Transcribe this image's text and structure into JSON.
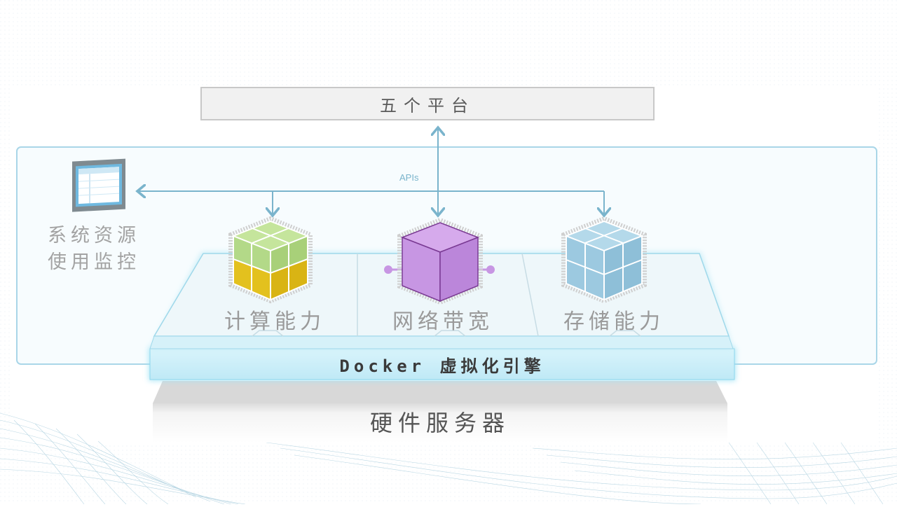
{
  "top_platform": "五个平台",
  "apis": "APIs",
  "monitor": {
    "line1": "系统资源",
    "line2": "使用监控"
  },
  "modules": [
    "计算能力",
    "网络带宽",
    "存储能力"
  ],
  "engine": "Docker 虚拟化引擎",
  "hardware": "硬件服务器",
  "colors": {
    "panel_border": "#a9d6e8",
    "panel_fill": "#f7fcfe",
    "arrow": "#7ab4cc",
    "compute_top": "#b8dc8a",
    "compute_bottom": "#e3c11e",
    "network": "#c796e3",
    "storage": "#9cc9e0"
  }
}
